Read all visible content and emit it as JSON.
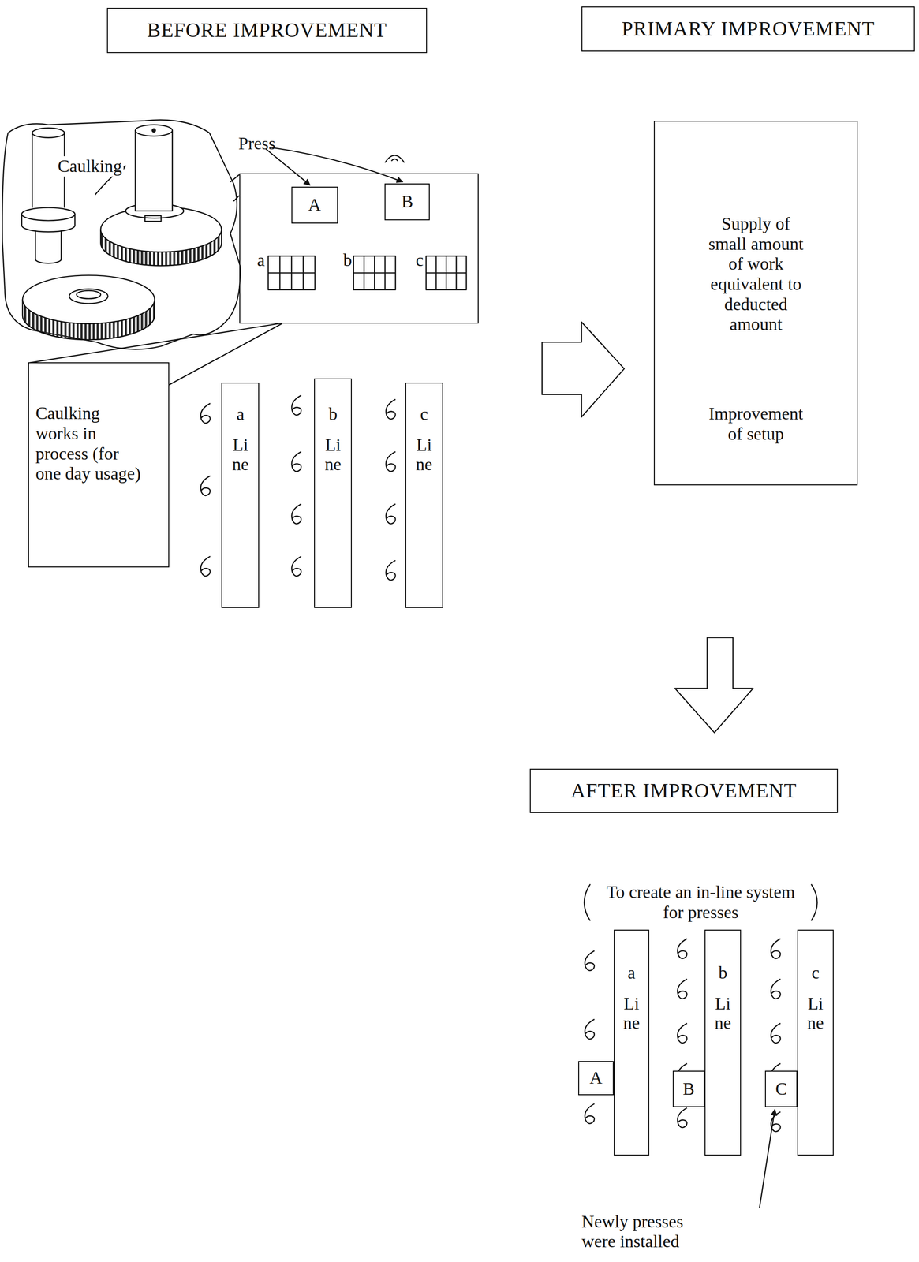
{
  "diagram": {
    "nodes": [
      {
        "text": [
          "BEFORE IMPROVEMENT"
        ]
      },
      {
        "text": [
          "PRIMARY IMPROVEMENT"
        ]
      },
      {
        "text": [
          "a",
          "b",
          "c"
        ]
      },
      {
        "text": [
          "A"
        ],
        "in": 2
      },
      {
        "text": [
          "B"
        ],
        "in": 2
      },
      {
        "text": [
          "Caulking works in process (for one day usage)"
        ]
      },
      {
        "text": [
          "a",
          "Line"
        ]
      },
      {
        "text": [
          "b",
          "Line"
        ]
      },
      {
        "text": [
          "c",
          "Line"
        ]
      },
      {
        "text": [
          "Supply of small amount of work equivalent to deducted amount",
          "Improvement of setup"
        ]
      },
      {
        "text": [
          "AFTER IMPROVEMENT"
        ]
      },
      {
        "text": [
          "a",
          "Line"
        ]
      },
      {
        "text": [
          "b",
          "Line"
        ]
      },
      {
        "text": [
          "c",
          "Line"
        ]
      },
      {
        "text": [
          "A"
        ]
      },
      {
        "text": [
          "B"
        ]
      },
      {
        "text": [
          "C"
        ]
      }
    ],
    "edges": [
      {
        "from": 5,
        "to": 2,
        "arrow": "none"
      }
    ],
    "labels": [
      "Caulking",
      "Press",
      "To create an in-line system for presses",
      "Newly presses were installed"
    ]
  }
}
